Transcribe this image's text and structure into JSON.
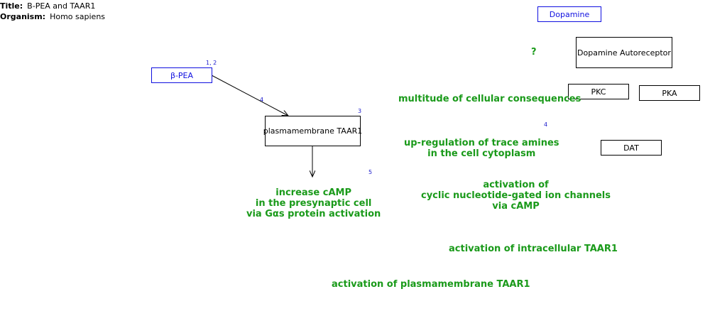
{
  "header": {
    "title_label": "Title:",
    "title_value": "B-PEA and TAAR1",
    "organism_label": "Organism:",
    "organism_value": "Homo sapiens"
  },
  "nodes": {
    "bpea": "β-PEA",
    "dopamine": "Dopamine",
    "dopamine_autoreceptor": "Dopamine Autoreceptor",
    "pkc": "PKC",
    "pka": "PKA",
    "dat": "DAT",
    "plasma_taar1": "plasmamembrane TAAR1"
  },
  "labels": {
    "question": "?",
    "multitude": "multitude of cellular consequences",
    "upregulation": "up-regulation of trace amines\nin the cell cytoplasm",
    "channels": "activation of\ncyclic nucleotide-gated ion channels\nvia cAMP",
    "camp": "increase cAMP\nin the presynaptic cell\nvia Gαs protein activation",
    "intracellular": "activation of intracellular TAAR1",
    "plasma_activation": "activation of plasmamembrane TAAR1"
  },
  "refs": {
    "r12": "1, 2",
    "r4a": "4",
    "r3": "3",
    "r4b": "4",
    "r5": "5"
  },
  "colors": {
    "green_label": "#1a9a1a",
    "blue_node": "#1010e0",
    "ref_blue": "#1a1acc"
  }
}
